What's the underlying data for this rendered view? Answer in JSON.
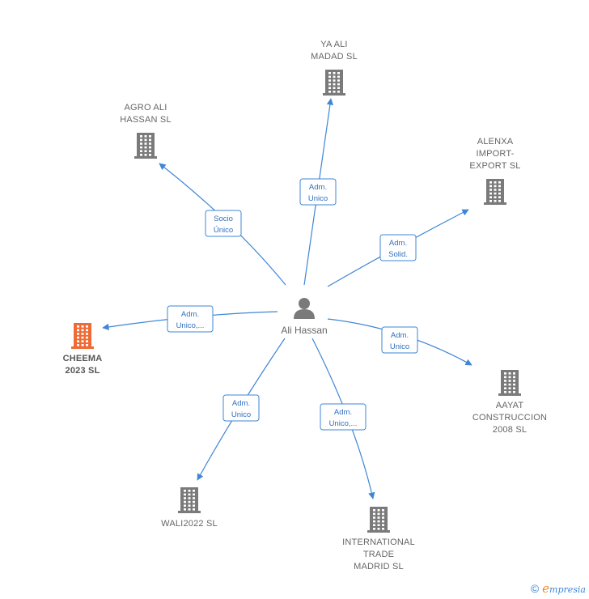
{
  "center": {
    "name": "Ali Hassan",
    "icon": "person-icon"
  },
  "colors": {
    "edge": "#3f86d6",
    "building": "#7a7a7a",
    "highlight": "#f06a35"
  },
  "companies": [
    {
      "id": "ya-ali-madad",
      "lines": [
        "YA ALI",
        "MADAD  SL"
      ],
      "highlight": false
    },
    {
      "id": "agro-ali-hassan",
      "lines": [
        "AGRO ALI",
        "HASSAN  SL"
      ],
      "highlight": false
    },
    {
      "id": "alenxa-import-export",
      "lines": [
        "ALENXA",
        "IMPORT-",
        "EXPORT SL"
      ],
      "highlight": false
    },
    {
      "id": "cheema-2023",
      "lines": [
        "CHEEMA",
        "2023  SL"
      ],
      "highlight": true
    },
    {
      "id": "aayat-construccion",
      "lines": [
        "AAYAT",
        "CONSTRUCCION",
        "2008  SL"
      ],
      "highlight": false
    },
    {
      "id": "wali2022",
      "lines": [
        "WALI2022  SL"
      ],
      "highlight": false
    },
    {
      "id": "international-trade-madrid",
      "lines": [
        "INTERNATIONAL",
        "TRADE",
        "MADRID  SL"
      ],
      "highlight": false
    }
  ],
  "relations": [
    {
      "to": "ya-ali-madad",
      "label": [
        "Adm.",
        "Unico"
      ]
    },
    {
      "to": "agro-ali-hassan",
      "label": [
        "Socio",
        "Único"
      ]
    },
    {
      "to": "alenxa-import-export",
      "label": [
        "Adm.",
        "Solid."
      ]
    },
    {
      "to": "cheema-2023",
      "label": [
        "Adm.",
        "Unico,..."
      ]
    },
    {
      "to": "aayat-construccion",
      "label": [
        "Adm.",
        "Unico"
      ]
    },
    {
      "to": "wali2022",
      "label": [
        "Adm.",
        "Unico"
      ]
    },
    {
      "to": "international-trade-madrid",
      "label": [
        "Adm.",
        "Unico,..."
      ]
    }
  ],
  "footer": {
    "copyright": "©",
    "brand_initial": "e",
    "brand_rest": "mpresia"
  }
}
